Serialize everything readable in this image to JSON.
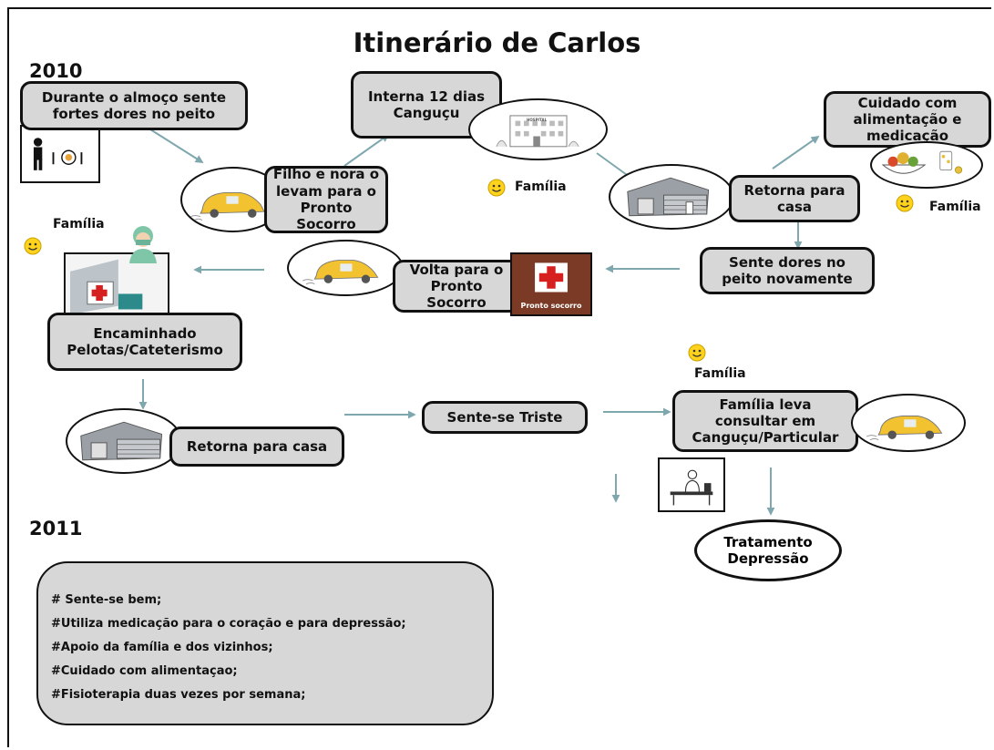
{
  "title": "Itinerário de Carlos",
  "years": {
    "start": "2010",
    "end": "2011"
  },
  "boxes": {
    "almoco": "Durante o almoço sente\nfortes dores no peito",
    "interna": "Interna 12 dias\nCanguçu",
    "cuidado": "Cuidado com\nalimentação e\nmedicação",
    "filho": "Filho e nora o\nlevam para o\nPronto Socorro",
    "retorna1": "Retorna para\ncasa",
    "sente_dores": "Sente dores no\npeito novamente",
    "volta": "Volta para o\nPronto\nSocorro",
    "encaminhado": "Encaminhado\nPelotas/Cateterismo",
    "retorna2": "Retorna para casa",
    "triste": "Sente-se Triste",
    "familia_leva": "Família leva\nconsultar em\nCanguçu/Particular",
    "tratamento": "Tratamento\nDepressão"
  },
  "family_labels": {
    "hospital": "Família",
    "cuidado": "Família",
    "medico": "Família",
    "consulta": "Família"
  },
  "sign_labels": {
    "hospital": "HOSPITAL",
    "pronto_socorro": "Pronto socorro"
  },
  "summary": [
    "# Sente-se bem;",
    "#Utiliza medicação para o coração e para depressão;",
    "#Apoio da família e dos vizinhos;",
    "#Cuidado com alimentaçao;",
    "#Fisioterapia duas vezes por semana;"
  ],
  "colors": {
    "box_fill": "#d7d7d7",
    "arrow": "#7fa7ae",
    "car": "#f2c230",
    "cross": "#d62020",
    "ps_sign": "#7a3a26",
    "smiley": "#ffd21c"
  },
  "icons": [
    "car-icon",
    "house-icon",
    "hospital-icon",
    "food-bowl-icon",
    "pills-icon",
    "doctor-icon",
    "first-aid-sign-icon",
    "smiley-icon",
    "person-meal-icon",
    "consultation-desk-icon"
  ]
}
